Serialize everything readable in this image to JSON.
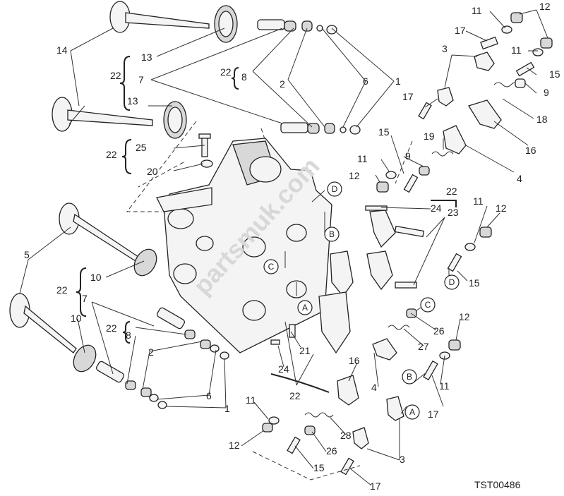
{
  "drawing": {
    "code": "TST00486",
    "watermark": "partsmuk.com"
  },
  "ref_marks": [
    "A",
    "B",
    "C",
    "D"
  ],
  "callouts": [
    {
      "id": "c14",
      "label": "14"
    },
    {
      "id": "c13a",
      "label": "13"
    },
    {
      "id": "c22a",
      "label": "22"
    },
    {
      "id": "c7a",
      "label": "7"
    },
    {
      "id": "c13b",
      "label": "13"
    },
    {
      "id": "c22b",
      "label": "22"
    },
    {
      "id": "c25",
      "label": "25"
    },
    {
      "id": "c20",
      "label": "20"
    },
    {
      "id": "c22c",
      "label": "22"
    },
    {
      "id": "c8a",
      "label": "8"
    },
    {
      "id": "c2a",
      "label": "2"
    },
    {
      "id": "c6a",
      "label": "6"
    },
    {
      "id": "c1a",
      "label": "1"
    },
    {
      "id": "c11a",
      "label": "11"
    },
    {
      "id": "c12a",
      "label": "12"
    },
    {
      "id": "c17a",
      "label": "17"
    },
    {
      "id": "c3a",
      "label": "3"
    },
    {
      "id": "c11b",
      "label": "11"
    },
    {
      "id": "c15a",
      "label": "15"
    },
    {
      "id": "c9a",
      "label": "9"
    },
    {
      "id": "c18",
      "label": "18"
    },
    {
      "id": "c16a",
      "label": "16"
    },
    {
      "id": "c17b",
      "label": "17"
    },
    {
      "id": "c15b",
      "label": "15"
    },
    {
      "id": "c19",
      "label": "19"
    },
    {
      "id": "c9b",
      "label": "9"
    },
    {
      "id": "c11c",
      "label": "11"
    },
    {
      "id": "c12b",
      "label": "12"
    },
    {
      "id": "c4a",
      "label": "4"
    },
    {
      "id": "c22d",
      "label": "22"
    },
    {
      "id": "c24a",
      "label": "24"
    },
    {
      "id": "c23",
      "label": "23"
    },
    {
      "id": "c11d",
      "label": "11"
    },
    {
      "id": "c12c",
      "label": "12"
    },
    {
      "id": "c15c",
      "label": "15"
    },
    {
      "id": "c5",
      "label": "5"
    },
    {
      "id": "c10a",
      "label": "10"
    },
    {
      "id": "c22e",
      "label": "22"
    },
    {
      "id": "c7b",
      "label": "7"
    },
    {
      "id": "c10b",
      "label": "10"
    },
    {
      "id": "c22f",
      "label": "22"
    },
    {
      "id": "c8b",
      "label": "8"
    },
    {
      "id": "c2b",
      "label": "2"
    },
    {
      "id": "c6b",
      "label": "6"
    },
    {
      "id": "c1b",
      "label": "1"
    },
    {
      "id": "c21",
      "label": "21"
    },
    {
      "id": "c24b",
      "label": "24"
    },
    {
      "id": "c22g",
      "label": "22"
    },
    {
      "id": "c26a",
      "label": "26"
    },
    {
      "id": "c27",
      "label": "27"
    },
    {
      "id": "c12d",
      "label": "12"
    },
    {
      "id": "c11e",
      "label": "11"
    },
    {
      "id": "c17c",
      "label": "17"
    },
    {
      "id": "c16b",
      "label": "16"
    },
    {
      "id": "c4b",
      "label": "4"
    },
    {
      "id": "c28",
      "label": "28"
    },
    {
      "id": "c11f",
      "label": "11"
    },
    {
      "id": "c12e",
      "label": "12"
    },
    {
      "id": "c26b",
      "label": "26"
    },
    {
      "id": "c15d",
      "label": "15"
    },
    {
      "id": "c3b",
      "label": "3"
    },
    {
      "id": "c17d",
      "label": "17"
    }
  ]
}
